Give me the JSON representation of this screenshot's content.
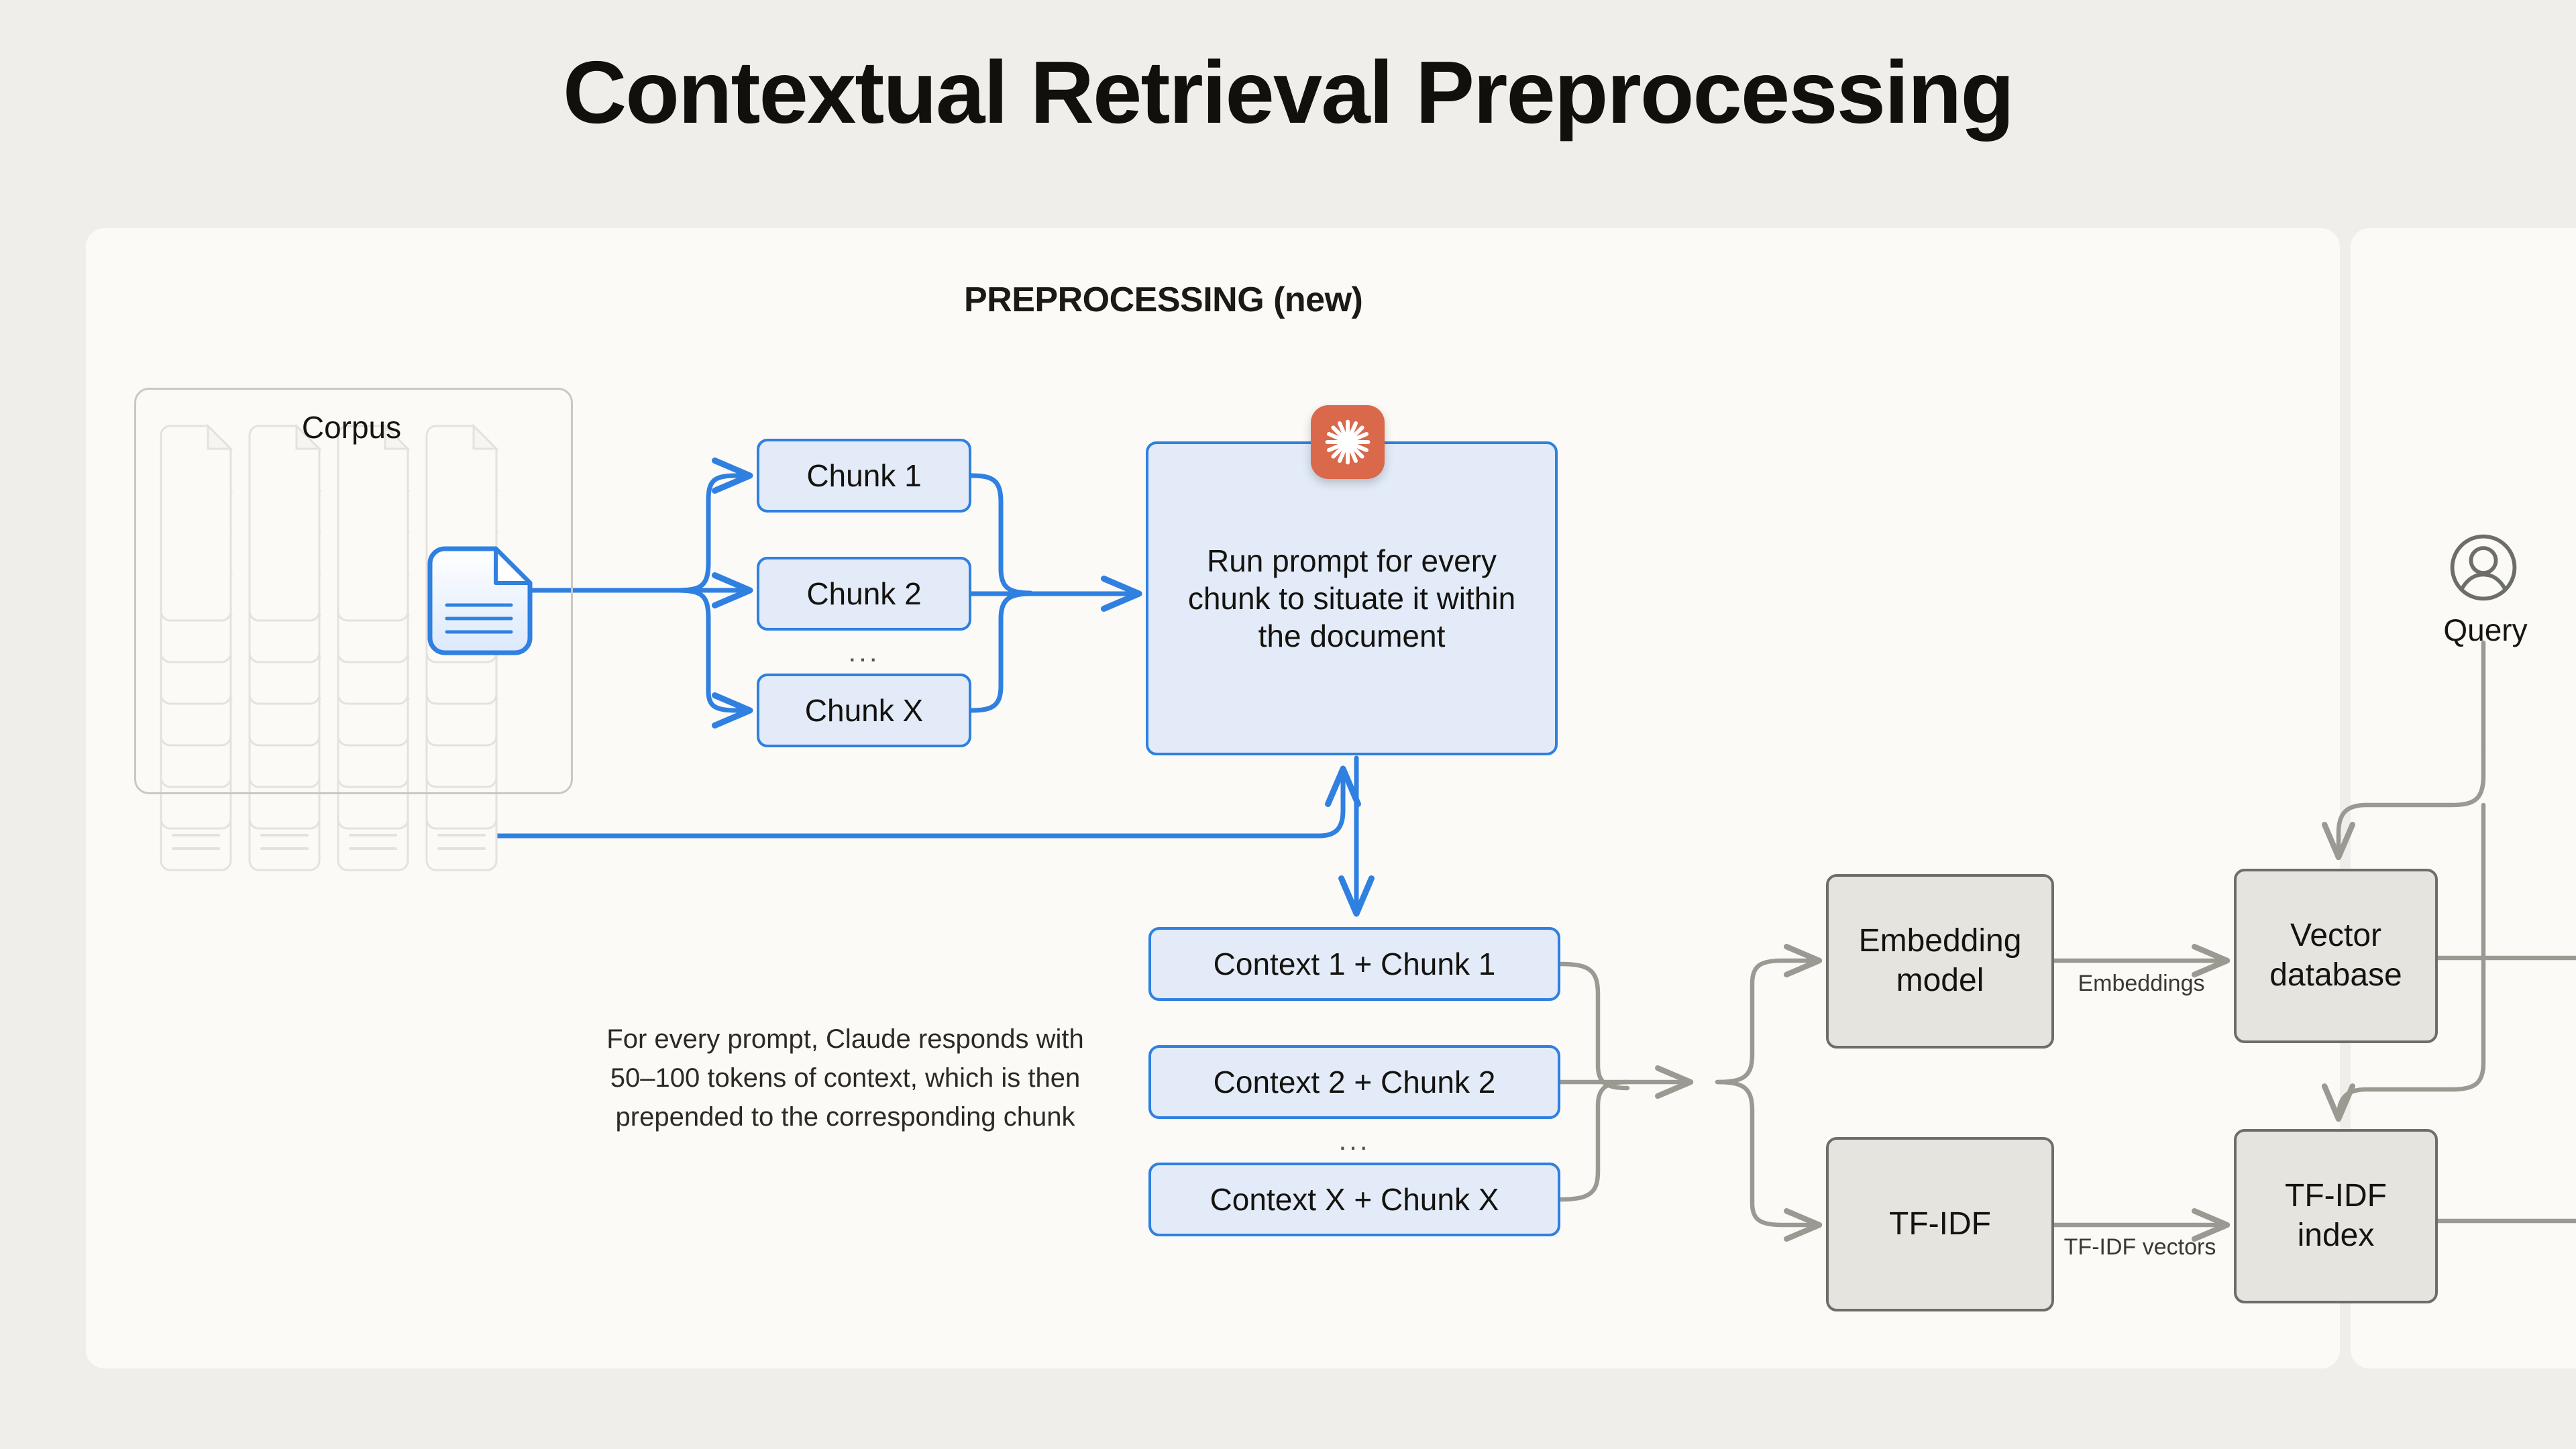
{
  "title": "Contextual Retrieval Preprocessing",
  "colors": {
    "background": "#f0eeea",
    "panel": "#fbfaf7",
    "blue_accent": "#2f80e0",
    "blue_fill": "#e2ebf7",
    "gray_fill": "#e5e4de",
    "gray_border": "#6e6e68",
    "claude_orange": "#d9694a",
    "text": "#14130f"
  },
  "sections": {
    "preprocessing": {
      "heading": "PREPROCESSING (new)"
    },
    "query": {
      "label": "Query",
      "icon": "user-icon"
    }
  },
  "corpus": {
    "label": "Corpus",
    "doc_columns": 4,
    "doc_rows": 7
  },
  "chunks": {
    "ellipsis": "...",
    "items": [
      {
        "label": "Chunk 1"
      },
      {
        "label": "Chunk 2"
      },
      {
        "label": "Chunk X"
      }
    ]
  },
  "prompt_box": {
    "text": "Run prompt for every chunk to situate it within the document",
    "badge_icon": "claude-starburst-icon"
  },
  "contexts": {
    "ellipsis": "...",
    "items": [
      {
        "label": "Context 1 + Chunk 1"
      },
      {
        "label": "Context 2 + Chunk 2"
      },
      {
        "label": "Context X + Chunk X"
      }
    ]
  },
  "caption": {
    "text": "For every prompt, Claude responds with 50–100 tokens of context, which is then prepended to the corresponding chunk"
  },
  "index_nodes": {
    "embedding_model": "Embedding model",
    "tfidf": "TF-IDF",
    "vector_database": "Vector database",
    "tfidf_index": "TF-IDF index"
  },
  "edge_labels": {
    "embeddings": "Embeddings",
    "tfidf_vectors": "TF-IDF vectors"
  }
}
